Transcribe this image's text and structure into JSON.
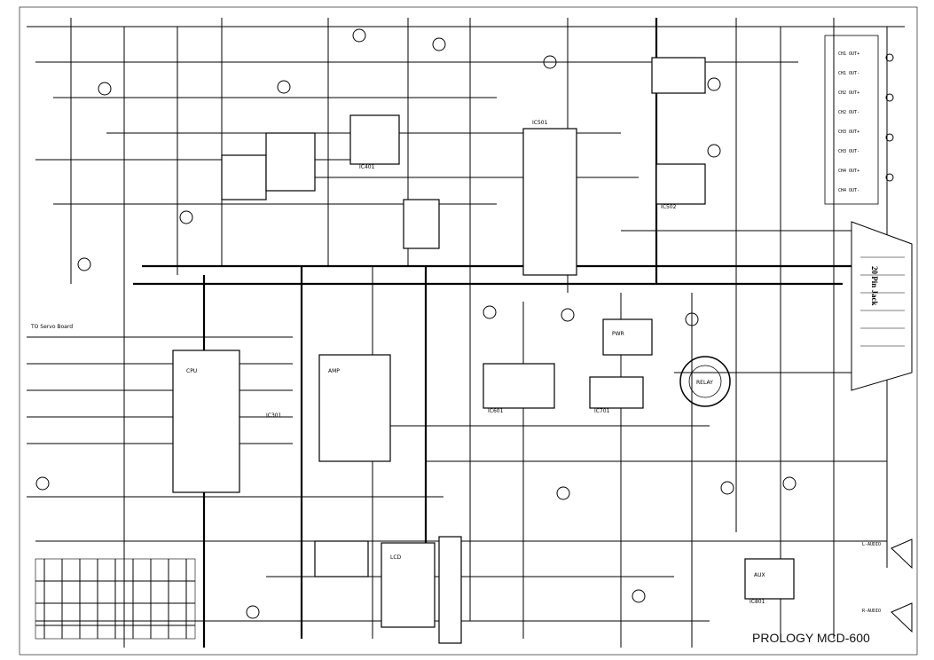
{
  "diagram": {
    "title": "PROLOGY MCD-600",
    "connector_label": "20 Pin Jack",
    "side_label": "TO Servo Board",
    "ic_labels": [
      "IC301",
      "IC401",
      "IC501",
      "IC502",
      "IC601",
      "IC701",
      "IC801"
    ],
    "part_labels": [
      "AMP",
      "RELAY",
      "CPU",
      "LCD",
      "PWR",
      "AUX"
    ],
    "output_labels": [
      "CH1 OUT+",
      "CH1 OUT-",
      "CH2 OUT+",
      "CH2 OUT-",
      "CH3 OUT+",
      "CH3 OUT-",
      "CH4 OUT+",
      "CH4 OUT-"
    ],
    "input_labels": [
      "L-AUDIO",
      "R-AUDIO"
    ]
  }
}
